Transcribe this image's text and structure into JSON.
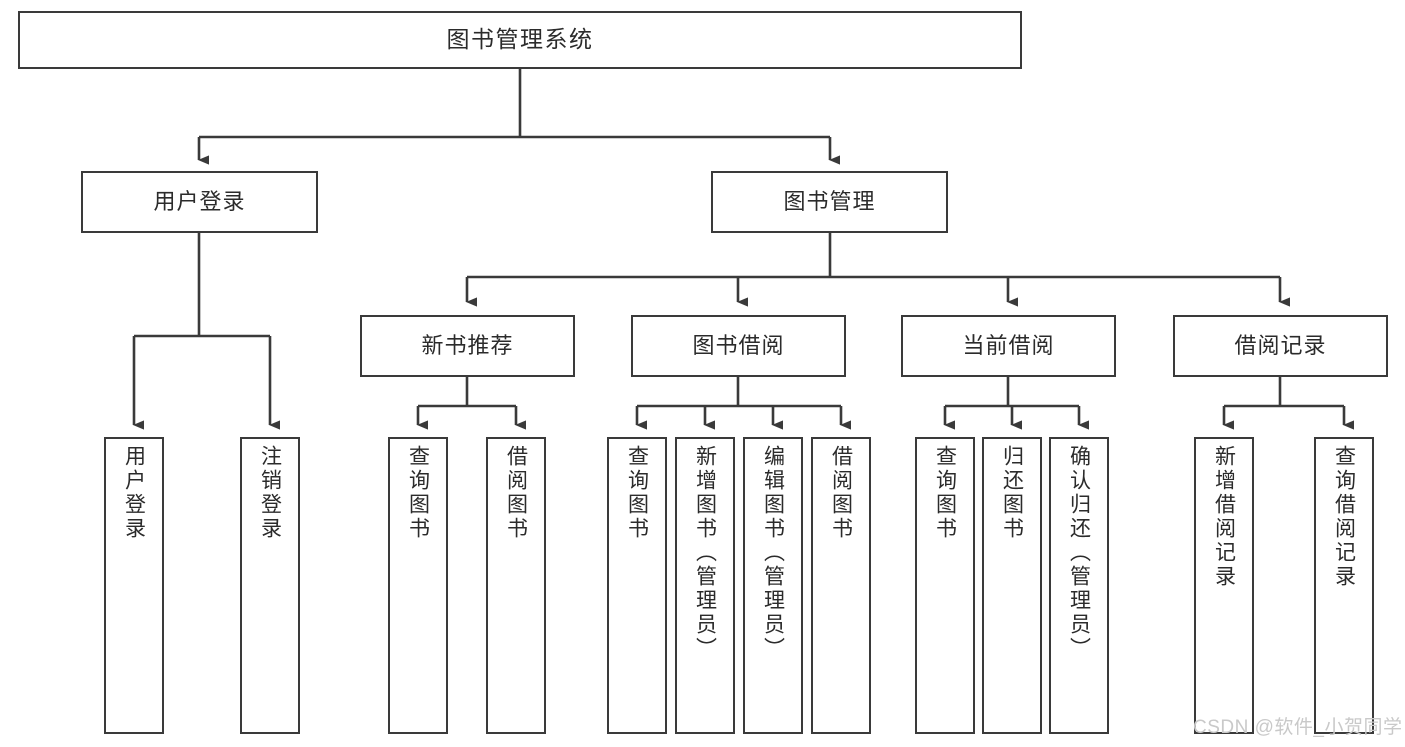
{
  "diagram": {
    "title": "图书管理系统",
    "watermark": "CSDN @软件_小贺同学",
    "stroke_color": "#3a3a3a",
    "text_color": "#2b2b2b",
    "background_color": "#ffffff",
    "nodes": {
      "root": {
        "label": "图书管理系统"
      },
      "level2": [
        {
          "label": "用户登录"
        },
        {
          "label": "图书管理"
        }
      ],
      "level3": [
        {
          "label": "新书推荐"
        },
        {
          "label": "图书借阅"
        },
        {
          "label": "当前借阅"
        },
        {
          "label": "借阅记录"
        }
      ],
      "leaves": {
        "user_login": [
          {
            "label": "用户登录"
          },
          {
            "label": "注销登录"
          }
        ],
        "new_book_recommend": [
          {
            "label": "查询图书"
          },
          {
            "label": "借阅图书"
          }
        ],
        "book_borrow": [
          {
            "label": "查询图书"
          },
          {
            "label": "新增图书（管理员）"
          },
          {
            "label": "编辑图书（管理员）"
          },
          {
            "label": "借阅图书"
          }
        ],
        "current_borrow": [
          {
            "label": "查询图书"
          },
          {
            "label": "归还图书"
          },
          {
            "label": "确认归还（管理员）"
          }
        ],
        "borrow_record": [
          {
            "label": "新增借阅记录"
          },
          {
            "label": "查询借阅记录"
          }
        ]
      }
    }
  }
}
